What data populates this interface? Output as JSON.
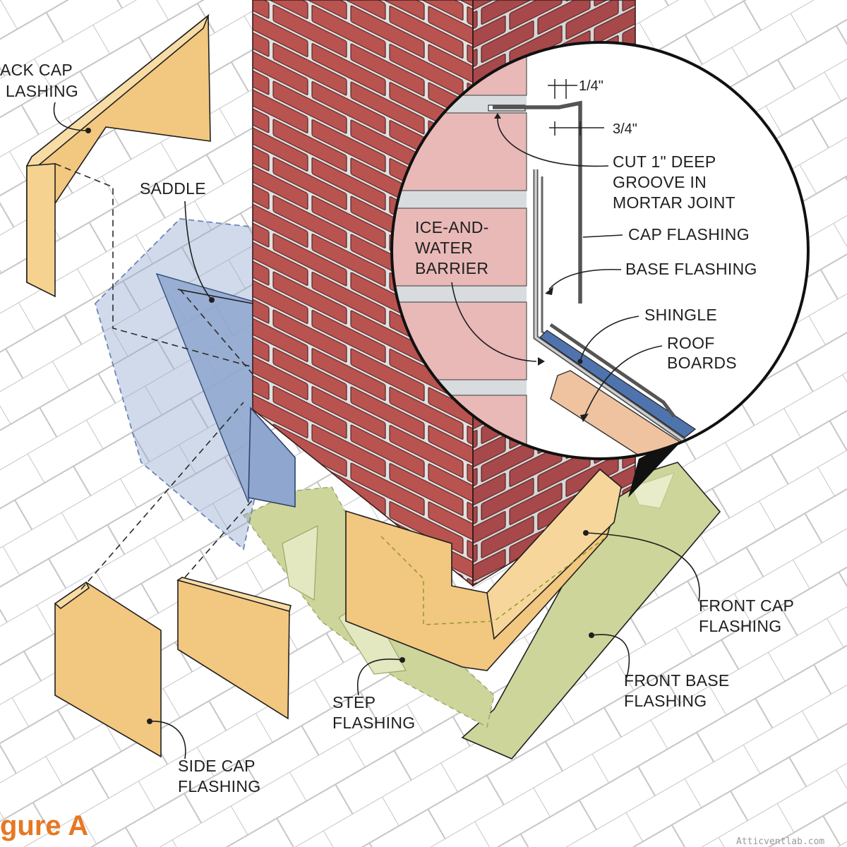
{
  "figure_label": "gure A",
  "watermark": "Atticventlab.com",
  "colors": {
    "brick": "#b9534f",
    "brick_inset": "#e8b9b7",
    "mortar": "#d8dcdf",
    "cap_flashing": "#f2c77f",
    "base_flashing": "#cdd59a",
    "saddle": "#8fa6cf",
    "shingle": "#4f73ad",
    "roof_board": "#efc3a0",
    "accent": "#e87722"
  },
  "labels": {
    "back_cap": [
      "ACK CAP",
      "LASHING"
    ],
    "saddle": "SADDLE",
    "ice_water": [
      "ICE-AND-",
      "WATER",
      "BARRIER"
    ],
    "dim_quarter": "1/4\"",
    "dim_three_quarter": "3/4\"",
    "groove": [
      "CUT 1\" DEEP",
      "GROOVE IN",
      "MORTAR JOINT"
    ],
    "cap_flashing": "CAP FLASHING",
    "base_flashing": "BASE FLASHING",
    "shingle": "SHINGLE",
    "roof_boards": [
      "ROOF",
      "BOARDS"
    ],
    "front_cap": [
      "FRONT CAP",
      "FLASHING"
    ],
    "front_base": [
      "FRONT BASE",
      "FLASHING"
    ],
    "step": [
      "STEP",
      "FLASHING"
    ],
    "side_cap": [
      "SIDE CAP",
      "FLASHING"
    ]
  }
}
